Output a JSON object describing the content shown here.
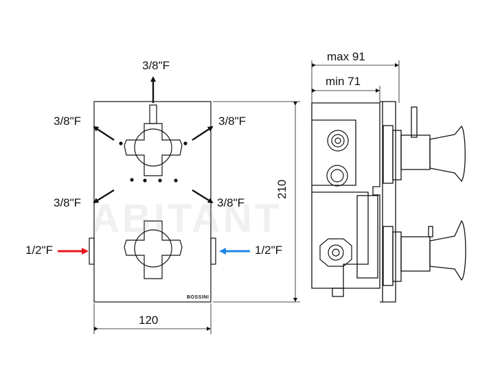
{
  "dimensions": {
    "width": "120",
    "height": "210",
    "max_depth": "max 91",
    "min_depth": "min 71"
  },
  "connections": {
    "top": "3/8\"F",
    "upper_left": "3/8\"F",
    "upper_right": "3/8\"F",
    "lower_left": "3/8\"F",
    "lower_right": "3/8\"F",
    "hot_inlet": "1/2\"F",
    "cold_inlet": "1/2\"F"
  },
  "brand": "BOSSINI",
  "watermark": "ABITANT",
  "colors": {
    "hot_arrow": "#e8161b",
    "cold_arrow": "#1d86e3",
    "line": "#111111"
  }
}
